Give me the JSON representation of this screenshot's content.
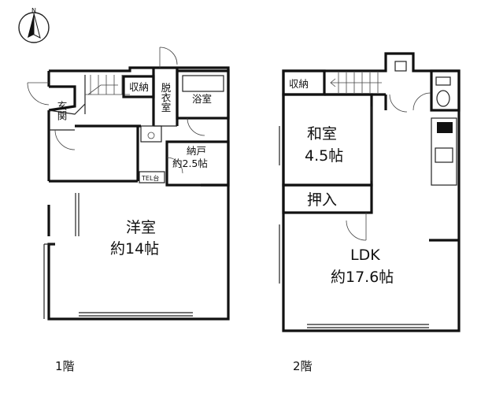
{
  "compass": {
    "north_label": "N",
    "icon": "north-arrow-icon"
  },
  "floor1": {
    "floor_label": "1階",
    "rooms": {
      "genkan": "玄関",
      "storage1": "収納",
      "dressing": "脱衣室",
      "bath": "浴室",
      "nando_name": "納戸",
      "nando_size": "約2.5帖",
      "tel": "TEL台",
      "western_name": "洋室",
      "western_size": "約14帖"
    }
  },
  "floor2": {
    "floor_label": "2階",
    "rooms": {
      "storage2": "収納",
      "washitsu_name": "和室",
      "washitsu_size": "4.5帖",
      "oshiire": "押入",
      "ldk_name": "LDK",
      "ldk_size": "約17.6帖"
    }
  }
}
